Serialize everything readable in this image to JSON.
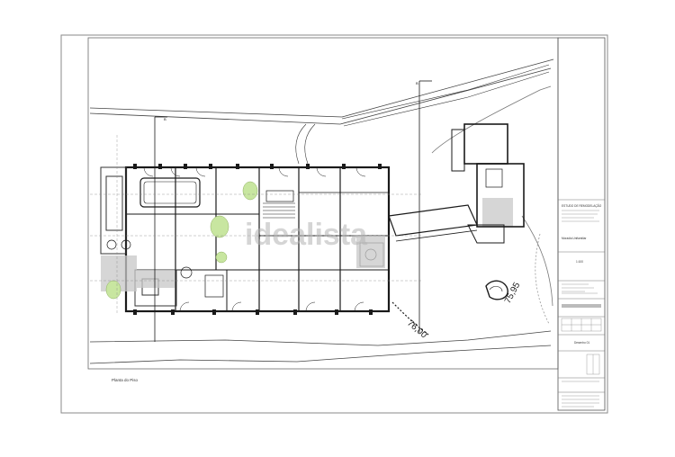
{
  "drawing": {
    "floor_label": "Planta do Piso",
    "dimension_left": "76,00",
    "dimension_right": "75,95",
    "section_marks": [
      "B",
      "B"
    ]
  },
  "watermark": "idealista",
  "title_block": {
    "header": "ESTUDO DE REMODELAÇÃO",
    "project": "Moradia Unifamiliar",
    "scale": "1:100",
    "sheet": "Desenho 01"
  },
  "colors": {
    "line": "#1a1a1a",
    "light_line": "#9a9a9a",
    "hatch": "#c8c8c8",
    "vegetation": "#c8e6a0",
    "watermark": "#b4b4b4"
  }
}
